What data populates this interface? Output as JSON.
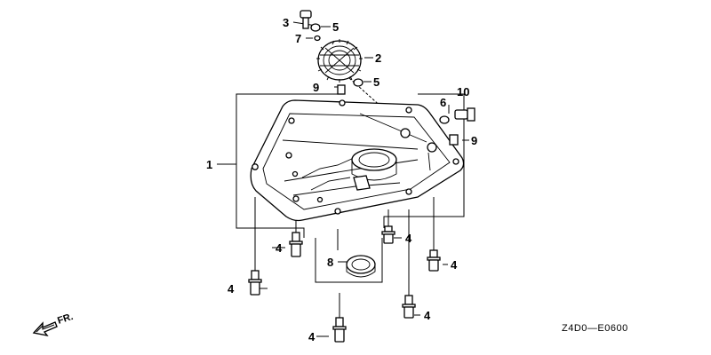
{
  "callouts": {
    "c1": "1",
    "c2": "2",
    "c3": "3",
    "c4a": "4",
    "c4b": "4",
    "c4c": "4",
    "c4d": "4",
    "c4e": "4",
    "c4f": "4",
    "c5a": "5",
    "c5b": "5",
    "c6": "6",
    "c7": "7",
    "c8": "8",
    "c9a": "9",
    "c9b": "9",
    "c10": "10"
  },
  "diagram_code": "Z4D0—E0600",
  "direction": {
    "label": "FR.",
    "icon": "front-arrow-icon"
  }
}
